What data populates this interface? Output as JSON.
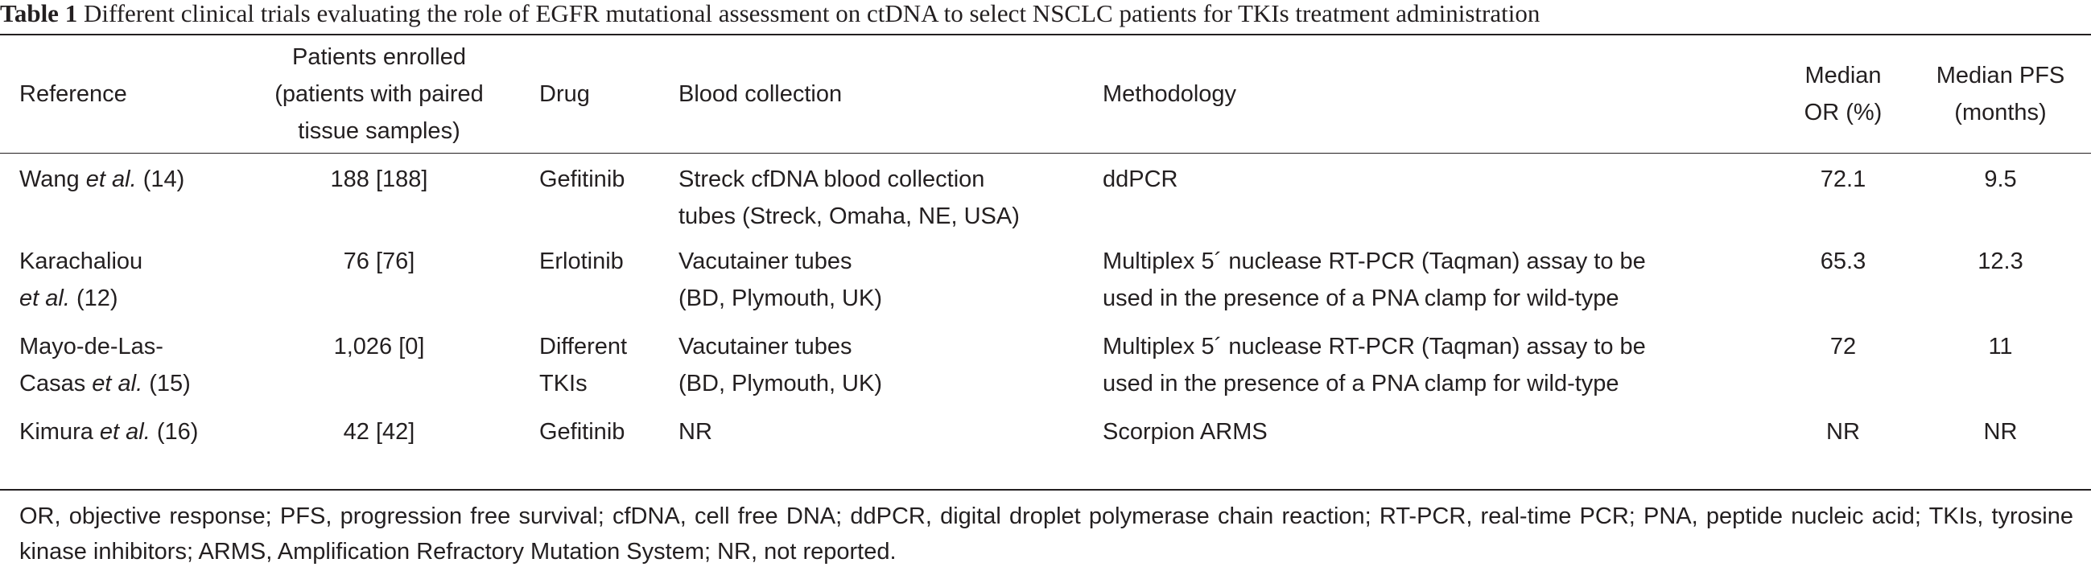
{
  "caption": {
    "label": "Table 1",
    "text": "Different clinical trials evaluating the role of EGFR mutational assessment on ctDNA to select NSCLC patients for TKIs treatment administration"
  },
  "columns": {
    "reference": "Reference",
    "patients_line1": "Patients enrolled",
    "patients_line2": "(patients with paired",
    "patients_line3": "tissue samples)",
    "drug": "Drug",
    "blood": "Blood collection",
    "method": "Methodology",
    "or_line1": "Median",
    "or_line2": "OR (%)",
    "pfs_line1": "Median PFS",
    "pfs_line2": "(months)"
  },
  "rows": [
    {
      "ref_author": "Wang",
      "ref_etal": "et al.",
      "ref_cite": "(14)",
      "patients": "188 [188]",
      "drug_line1": "Gefitinib",
      "drug_line2": "",
      "blood_line1": "Streck cfDNA blood collection",
      "blood_line2": "tubes (Streck, Omaha, NE, USA)",
      "method_line1": "ddPCR",
      "method_line2": "",
      "or": "72.1",
      "pfs": "9.5"
    },
    {
      "ref_author": "Karachaliou",
      "ref_etal": "et al.",
      "ref_cite": "(12)",
      "patients": "76 [76]",
      "drug_line1": "Erlotinib",
      "drug_line2": "",
      "blood_line1": "Vacutainer tubes",
      "blood_line2": "(BD, Plymouth, UK)",
      "method_line1": "Multiplex 5´ nuclease RT-PCR (Taqman) assay to be",
      "method_line2": "used in the presence of a PNA clamp for wild-type",
      "or": "65.3",
      "pfs": "12.3"
    },
    {
      "ref_author_line1": "Mayo-de-Las-",
      "ref_author": "Casas",
      "ref_etal": "et al.",
      "ref_cite": "(15)",
      "patients": "1,026 [0]",
      "drug_line1": "Different",
      "drug_line2": "TKIs",
      "blood_line1": "Vacutainer tubes",
      "blood_line2": "(BD, Plymouth, UK)",
      "method_line1": "Multiplex 5´ nuclease RT-PCR (Taqman) assay to be",
      "method_line2": "used in the presence of a PNA clamp for wild-type",
      "or": "72",
      "pfs": "11"
    },
    {
      "ref_author": "Kimura",
      "ref_etal": "et al.",
      "ref_cite": "(16)",
      "patients": "42 [42]",
      "drug_line1": "Gefitinib",
      "drug_line2": "",
      "blood_line1": "NR",
      "blood_line2": "",
      "method_line1": "Scorpion ARMS",
      "method_line2": "",
      "or": "NR",
      "pfs": "NR"
    }
  ],
  "footnote": "OR, objective response; PFS, progression free survival; cfDNA, cell free DNA; ddPCR, digital droplet polymerase chain reaction; RT-PCR, real-time PCR; PNA, peptide nucleic acid; TKIs, tyrosine kinase inhibitors; ARMS, Amplification Refractory Mutation System; NR, not reported."
}
